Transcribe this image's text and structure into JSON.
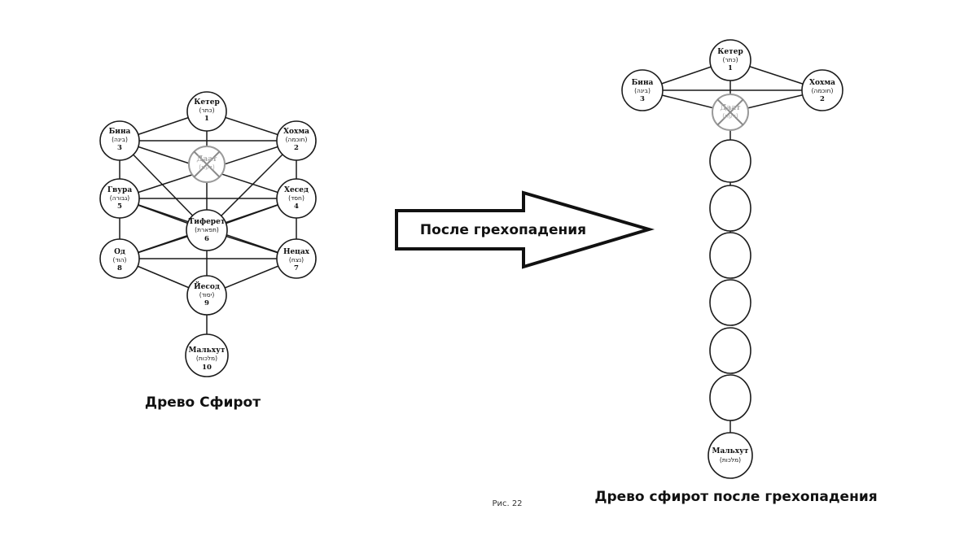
{
  "left_tree": {
    "caption": "Древо Сфирот",
    "sefirot": [
      {
        "name": "Кетер",
        "hebrew": "(כתר)",
        "number": "1"
      },
      {
        "name": "Хохма",
        "hebrew": "(חוכמה)",
        "number": "2"
      },
      {
        "name": "Бина",
        "hebrew": "(בינה)",
        "number": "3"
      },
      {
        "name": "Хесед",
        "hebrew": "(חסד)",
        "number": "4"
      },
      {
        "name": "Гвура",
        "hebrew": "(גבורה)",
        "number": "5"
      },
      {
        "name": "Тиферет",
        "hebrew": "(תפארת)",
        "number": "6"
      },
      {
        "name": "Нецах",
        "hebrew": "(נצח)",
        "number": "7"
      },
      {
        "name": "Од",
        "hebrew": "(הוד)",
        "number": "8"
      },
      {
        "name": "Йесод",
        "hebrew": "(יסוד)",
        "number": "9"
      },
      {
        "name": "Мальхут",
        "hebrew": "(מלכות)",
        "number": "10"
      },
      {
        "name": "Даат",
        "hebrew": "(דעת)",
        "number": ""
      }
    ]
  },
  "arrow": {
    "label": "После грехопадения"
  },
  "right_tree": {
    "caption": "Древо сфирот после грехопадения",
    "sefirot": [
      {
        "name": "Кетер",
        "hebrew": "(כתר)",
        "number": "1"
      },
      {
        "name": "Хохма",
        "hebrew": "(חוכמה)",
        "number": "2"
      },
      {
        "name": "Бина",
        "hebrew": "(בינה)",
        "number": "3"
      },
      {
        "name": "Даат",
        "hebrew": "(דעת)",
        "number": ""
      },
      {
        "name": "Мальхут",
        "hebrew": "(מלכות)",
        "number": ""
      }
    ]
  },
  "figure_label": "Рис. 22"
}
